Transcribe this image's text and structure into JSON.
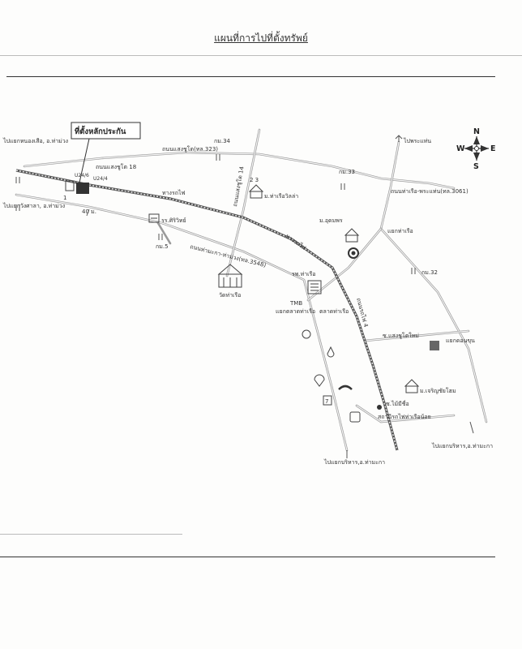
{
  "title": "แผนที่การไปที่ตั้งทรัพย์",
  "property_label": "ที่ตั้งหลักประกัน",
  "compass": {
    "n": "N",
    "s": "S",
    "e": "E",
    "w": "W"
  },
  "labels": {
    "to_nong_suea": "ไปแยกหนองเสือ, อ.ท่าม่วง",
    "to_wang_sala": "ไปแยกวังศาลา, อ.ท่าม่วง",
    "km34": "กม.34",
    "sangchuto_323": "ถนนแสงชูโต(ทล.323)",
    "to_phra_thaen": "ไปพระแท่น",
    "km33": "กม.33",
    "thamuang_rd_3061": "ถนนท่าเรือ-พระแท่น(ทล.3061)",
    "lot_24_6": "U24/6",
    "lot_24_4": "U24/4",
    "sangchuto_18": "ถนนแสงชูโต 18",
    "sangchuto_14": "ถนนแสงชูโต 14",
    "m_tharuea_villa": "ม.ท่าเรือวิลล่า",
    "railway_1": "ทางรถไฟ",
    "railway_2": "ทางรถไฟ",
    "m_udomporn": "ม.อุดมพร",
    "yaek_tharuea": "แยกท่าเรือ",
    "distance_40m": "40 ม.",
    "marker_1": "1",
    "marker_23": "2 3",
    "school_siriwit": "รร.ศิริวิทย์",
    "km5": "กม.5",
    "thamaka_rd_3548": "ถนนท่ามะกา-ท่าม่วง(ทล.3548)",
    "wat_tharuea": "วัดท่าเรือ",
    "hospital_tharuea": "รพ.ท่าเรือ",
    "km32": "กม.32",
    "tmb": "TMB",
    "yaek_talad": "แยกตลาดท่าเรือ",
    "talad_tharuea": "ตลาดท่าเรือ",
    "rail_rd_4": "ถนนรถไฟ 4",
    "soi_sangchuto_yai": "ซ.แสงชูโตใหม่",
    "yaek_nong_khon": "แยกดอนขุน",
    "m_charoen": "ม.เจริญชัยโฮม",
    "soi_maichue": "ซ.ไม้มีชื่อ",
    "station_tharuea_noi": "สถานีรถไฟท่าเรือน้อย",
    "to_borihan_1": "ไปแยกบริหาร,อ.ท่ามะกา",
    "to_borihan_2": "ไปแยกบริหาร,อ.ท่ามะกา",
    "seven_eleven": "7"
  }
}
